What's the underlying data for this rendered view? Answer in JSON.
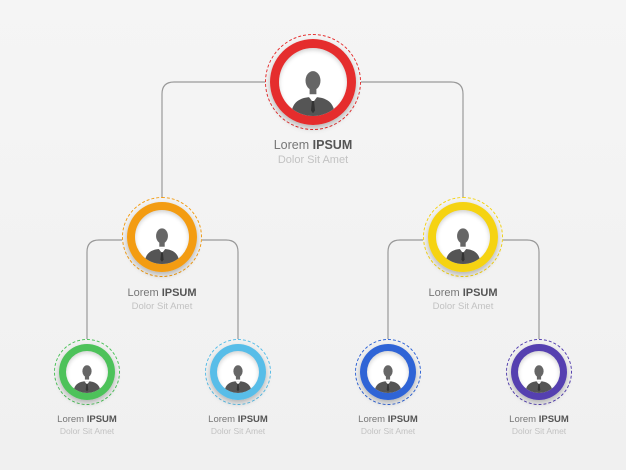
{
  "nodes": [
    {
      "id": "ceo",
      "lorem": "Lorem",
      "ipsum": "IPSUM",
      "subtitle": "Dolor Sit Amet",
      "color": "#e52d2d",
      "level": 0
    },
    {
      "id": "mgr-left",
      "lorem": "Lorem",
      "ipsum": "IPSUM",
      "subtitle": "Dolor Sit Amet",
      "color": "#f39c12",
      "level": 1
    },
    {
      "id": "mgr-right",
      "lorem": "Lorem",
      "ipsum": "IPSUM",
      "subtitle": "Dolor Sit Amet",
      "color": "#f5d312",
      "level": 1
    },
    {
      "id": "staff-1",
      "lorem": "Lorem",
      "ipsum": "IPSUM",
      "subtitle": "Dolor Sit Amet",
      "color": "#4dc25a",
      "level": 2
    },
    {
      "id": "staff-2",
      "lorem": "Lorem",
      "ipsum": "IPSUM",
      "subtitle": "Dolor Sit Amet",
      "color": "#58bde8",
      "level": 2
    },
    {
      "id": "staff-3",
      "lorem": "Lorem",
      "ipsum": "IPSUM",
      "subtitle": "Dolor Sit Amet",
      "color": "#2f64d6",
      "level": 2
    },
    {
      "id": "staff-4",
      "lorem": "Lorem",
      "ipsum": "IPSUM",
      "subtitle": "Dolor Sit Amet",
      "color": "#5540b0",
      "level": 2
    }
  ],
  "links": [
    [
      "ceo",
      "mgr-left"
    ],
    [
      "ceo",
      "mgr-right"
    ],
    [
      "mgr-left",
      "staff-1"
    ],
    [
      "mgr-left",
      "staff-2"
    ],
    [
      "mgr-right",
      "staff-3"
    ],
    [
      "mgr-right",
      "staff-4"
    ]
  ],
  "icon": "person-icon"
}
